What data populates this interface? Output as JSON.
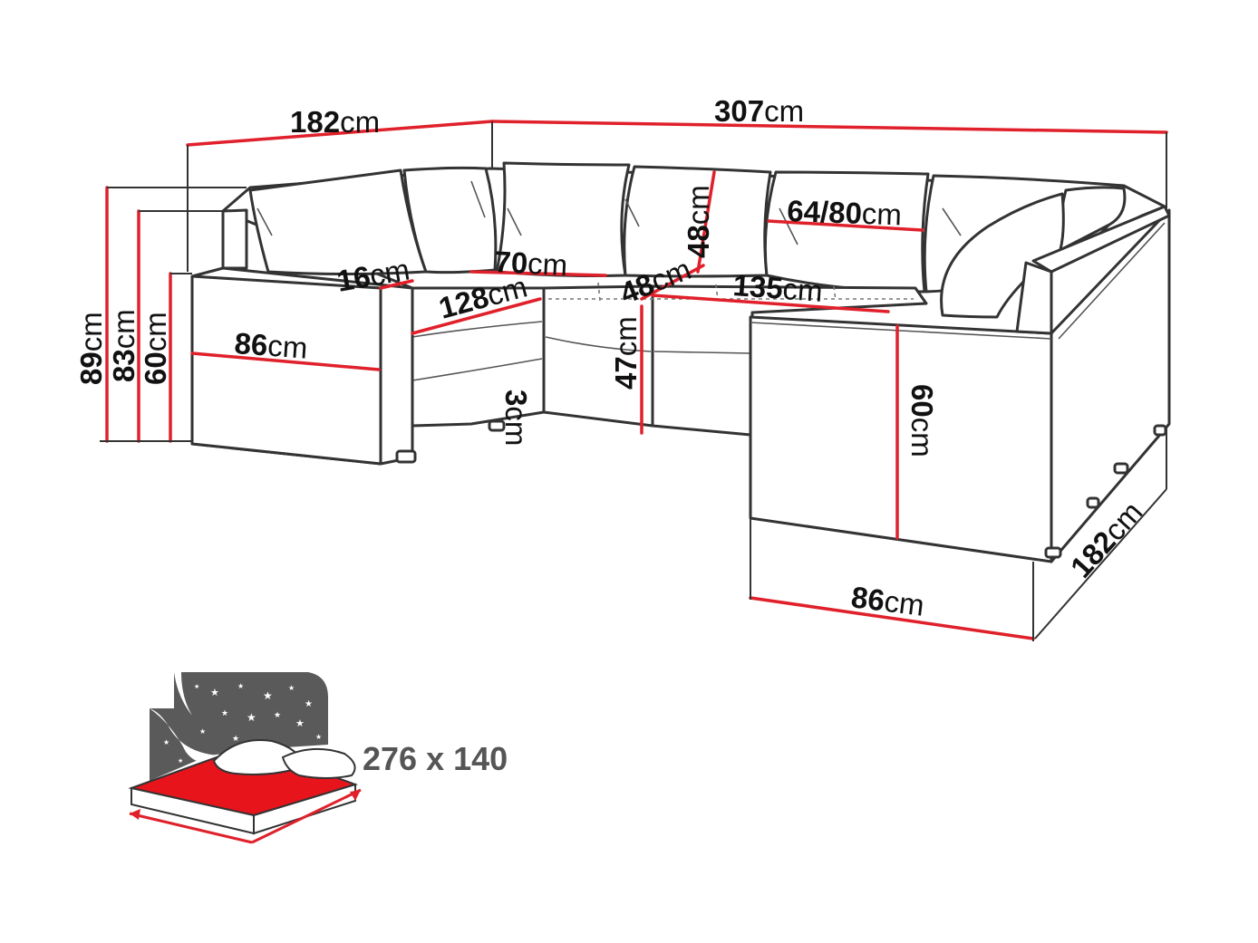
{
  "unit": "cm",
  "dimensions": {
    "top_left_width": "182",
    "top_right_width": "307",
    "height_total": "89",
    "height_back": "83",
    "height_arm": "60",
    "arm_width": "16",
    "seat_depth": "70",
    "corner_depth": "48",
    "cushion_height": "48",
    "back_cushion_width": "64/80",
    "seat_left": "128",
    "seat_right": "135",
    "left_arm_depth": "86",
    "seat_height": "47",
    "leg_height": "3",
    "right_chaise_height": "60",
    "right_chaise_depth": "86",
    "right_side_depth": "182"
  },
  "bed": {
    "size_label": "276 x 140",
    "colors": {
      "mattress": "#e8141c",
      "night": "#5a5a5a"
    }
  },
  "colors": {
    "accent": "#e0202a",
    "outline": "#333333"
  }
}
